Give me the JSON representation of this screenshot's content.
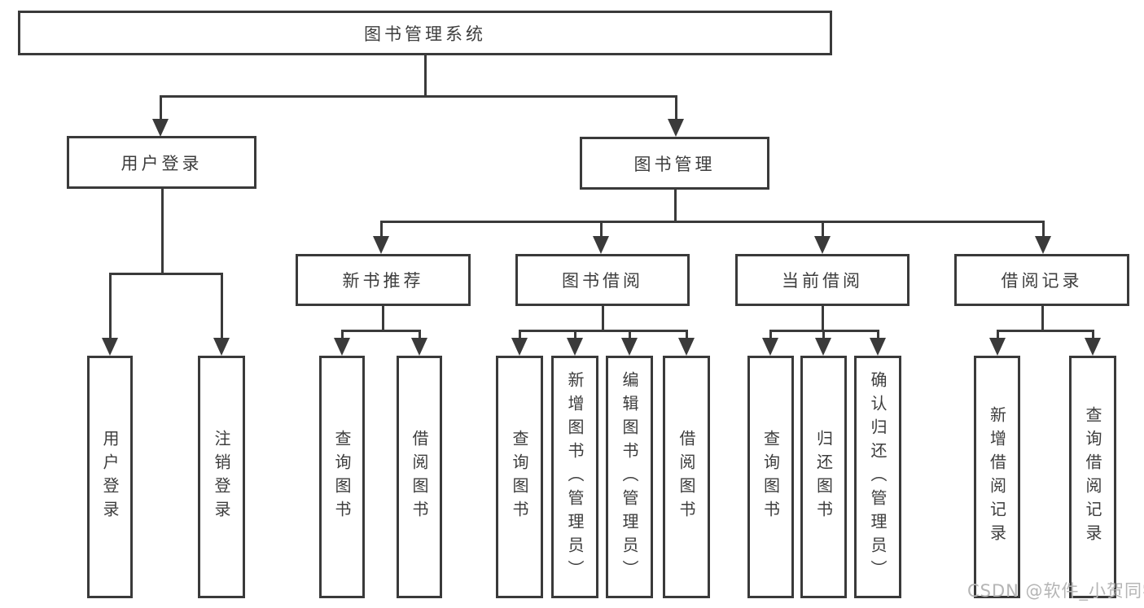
{
  "diagram": {
    "root": {
      "label": "图书管理系统"
    },
    "level2": [
      {
        "label": "用户登录"
      },
      {
        "label": "图书管理"
      }
    ],
    "level3": [
      {
        "label": "新书推荐"
      },
      {
        "label": "图书借阅"
      },
      {
        "label": "当前借阅"
      },
      {
        "label": "借阅记录"
      }
    ],
    "level4": [
      {
        "label": "用户登录"
      },
      {
        "label": "注销登录"
      },
      {
        "label": "查询图书"
      },
      {
        "label": "借阅图书"
      },
      {
        "label": "查询图书"
      },
      {
        "label": "新增图书（管理员）"
      },
      {
        "label": "编辑图书（管理员）"
      },
      {
        "label": "借阅图书"
      },
      {
        "label": "查询图书"
      },
      {
        "label": "归还图书"
      },
      {
        "label": "确认归还（管理员）"
      },
      {
        "label": "新增借阅记录"
      },
      {
        "label": "查询借阅记录"
      }
    ]
  },
  "watermark": {
    "text": "CSDN @软件_小贺同学"
  },
  "colors": {
    "line": "#3a3a3a",
    "text": "#3d3d3d",
    "background": "#ffffff",
    "watermark": "#b5b5b5"
  }
}
